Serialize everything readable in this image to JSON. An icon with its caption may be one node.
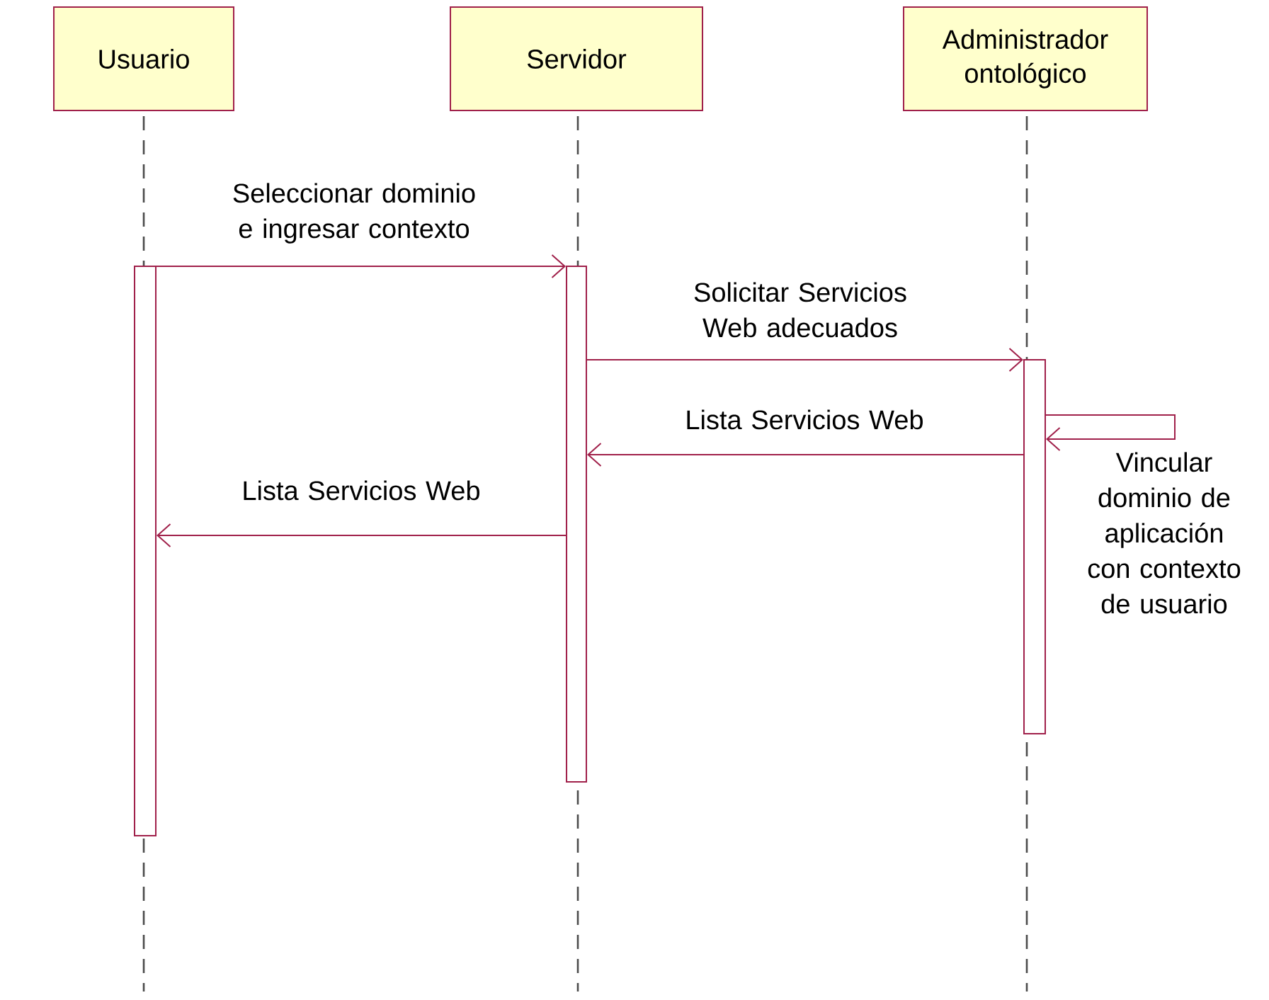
{
  "diagram": {
    "nodes": [
      {
        "text": [
          "Usuario"
        ]
      },
      {
        "text": [
          "Servidor"
        ]
      },
      {
        "text": [
          "Administrador ontológico"
        ]
      },
      {
        "text": [],
        "shape": "bar"
      },
      {
        "text": [],
        "shape": "bar"
      },
      {
        "text": [],
        "shape": "bar"
      }
    ],
    "edges": [
      {
        "from": 3,
        "to": 4,
        "arrow": "to",
        "label": "Seleccionar dominio e ingresar contexto"
      },
      {
        "from": 4,
        "to": 5,
        "arrow": "to",
        "label": "Solicitar Servicios Web adecuados"
      },
      {
        "from": 5,
        "to": 4,
        "arrow": "to",
        "label": "Lista Servicios Web"
      },
      {
        "from": 4,
        "to": 3,
        "arrow": "to",
        "label": "Lista Servicios Web"
      },
      {
        "from": 5,
        "to": 5,
        "arrow": "to",
        "label": "Vincular dominio de aplicación con contexto de usuario"
      }
    ]
  }
}
